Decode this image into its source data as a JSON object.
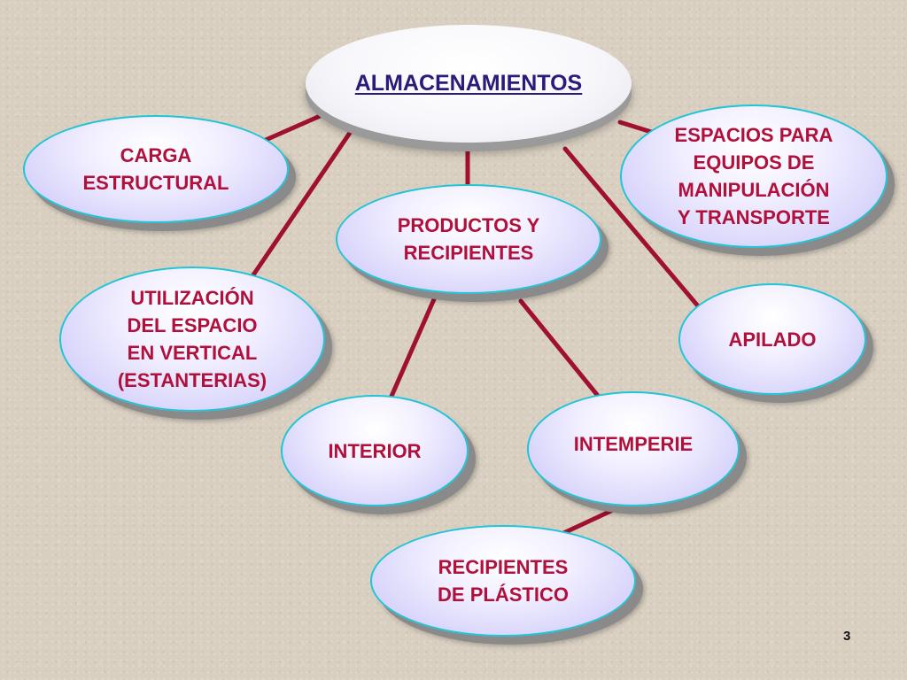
{
  "diagram": {
    "root": "ALMACENAMIENTOS",
    "nodes": {
      "carga": "CARGA\nESTRUCTURAL",
      "espacios": "ESPACIOS PARA\nEQUIPOS DE\nMANIPULACIÓN\nY TRANSPORTE",
      "productos": "PRODUCTOS Y\nRECIPIENTES",
      "utilizacion": "UTILIZACIÓN\nDEL ESPACIO\nEN VERTICAL\n(ESTANTERIAS)",
      "apilado": "APILADO",
      "interior": "INTERIOR",
      "intemperie": "INTEMPERIE",
      "recipientes": "RECIPIENTES\nDE PLÁSTICO"
    },
    "edges": [
      [
        "root",
        "carga"
      ],
      [
        "root",
        "espacios"
      ],
      [
        "root",
        "productos"
      ],
      [
        "root",
        "utilizacion"
      ],
      [
        "root",
        "apilado"
      ],
      [
        "productos",
        "interior"
      ],
      [
        "productos",
        "intemperie"
      ],
      [
        "intemperie",
        "recipientes"
      ]
    ]
  },
  "slide_number": "3",
  "colors": {
    "connector": "#a01030",
    "node_text": "#b0103a",
    "root_text": "#2a1a7a",
    "node_border": "#22c4d6"
  }
}
